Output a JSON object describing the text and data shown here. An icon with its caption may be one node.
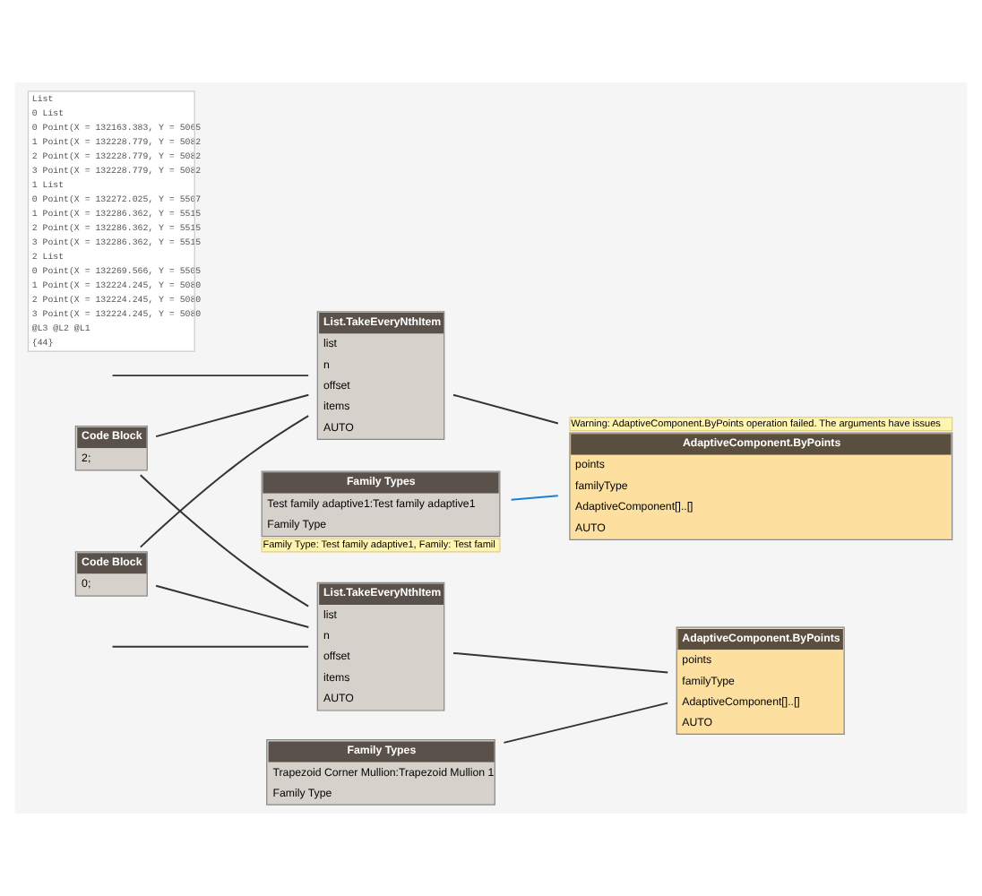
{
  "diagram": {
    "nodes": [
      {
        "text": [
          "List.TakeEveryNthItem",
          "list",
          "n",
          "offset",
          "items",
          "AUTO"
        ]
      },
      {
        "text": [
          "List",
          "0 List",
          "0 Point(X = 132163.383, Y = 5065",
          "1 Point(X = 132228.779, Y = 5082",
          "2 Point(X = 132228.779, Y = 5082",
          "3 Point(X = 132228.779, Y = 5082",
          "1 List",
          "0 Point(X = 132272.025, Y = 5507",
          "1 Point(X = 132286.362, Y = 5515",
          "2 Point(X = 132286.362, Y = 5515",
          "3 Point(X = 132286.362, Y = 5515",
          "2 List",
          "0 Point(X = 132269.566, Y = 5505",
          "1 Point(X = 132224.245, Y = 5080",
          "2 Point(X = 132224.245, Y = 5080",
          "3 Point(X = 132224.245, Y = 5080",
          "@L3 @L2 @L1",
          "{44}"
        ]
      },
      {
        "text": [
          "Code Block",
          "2;"
        ]
      },
      {
        "text": [
          "Code Block",
          "0;"
        ]
      },
      {
        "text": [
          "Family Types",
          "Test family adaptive1:Test family adaptive1",
          "Family Type"
        ],
        "beside": [
          "Family Type: Test family adaptive1, Family: Test famil"
        ]
      },
      {
        "text": [
          "AdaptiveComponent.ByPoints",
          "points",
          "familyType",
          "AdaptiveComponent[]..[]",
          "AUTO"
        ],
        "beside": [
          "Warning: AdaptiveComponent.ByPoints operation failed. The arguments have issues"
        ]
      },
      {
        "text": [
          "List.TakeEveryNthItem",
          "list",
          "n",
          "offset",
          "items",
          "AUTO"
        ]
      },
      {
        "text": [
          "AdaptiveComponent.ByPoints",
          "points",
          "familyType",
          "AdaptiveComponent[]..[]",
          "AUTO"
        ]
      },
      {
        "text": [
          "Family Types",
          "Trapezoid Corner Mullion:Trapezoid Mullion 1",
          "Family Type"
        ]
      }
    ],
    "edges": [
      {
        "from": null,
        "to": 0,
        "arrow": "none"
      },
      {
        "from": null,
        "to": 6,
        "arrow": "none"
      },
      {
        "from": 2,
        "to": 0,
        "arrow": "none"
      },
      {
        "from": 2,
        "to": 6,
        "arrow": "none"
      },
      {
        "from": 3,
        "to": 0,
        "arrow": "none"
      },
      {
        "from": 3,
        "to": 6,
        "arrow": "none"
      },
      {
        "from": 0,
        "to": 5,
        "arrow": "none"
      },
      {
        "from": 4,
        "to": 5,
        "arrow": "none",
        "color": "#1e7fd8"
      },
      {
        "from": 6,
        "to": 7,
        "arrow": "none"
      },
      {
        "from": 8,
        "to": 7,
        "arrow": "none"
      }
    ]
  }
}
